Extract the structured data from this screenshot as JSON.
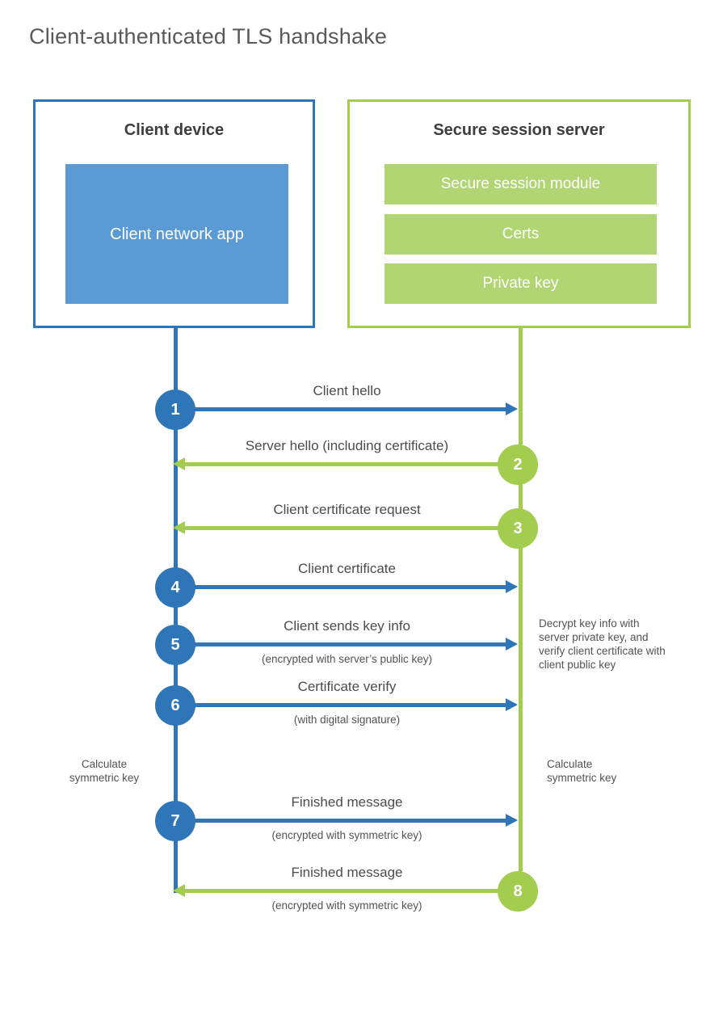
{
  "title": "Client-authenticated TLS handshake",
  "colors": {
    "blue": "#2e76b8",
    "blue-fill": "#5b9bd5",
    "green": "#a2cd4e",
    "green-fill": "#b1d572"
  },
  "client_box": {
    "title": "Client device",
    "app": "Client network app"
  },
  "server_box": {
    "title": "Secure session server",
    "modules": [
      "Secure session module",
      "Certs",
      "Private key"
    ]
  },
  "steps": [
    {
      "num": "1",
      "from": "client",
      "label": "Client hello",
      "sub": ""
    },
    {
      "num": "2",
      "from": "server",
      "label": "Server hello (including certificate)",
      "sub": ""
    },
    {
      "num": "3",
      "from": "server",
      "label": "Client certificate request",
      "sub": ""
    },
    {
      "num": "4",
      "from": "client",
      "label": "Client certificate",
      "sub": ""
    },
    {
      "num": "5",
      "from": "client",
      "label": "Client sends key info",
      "sub": "(encrypted with server’s public key)"
    },
    {
      "num": "6",
      "from": "client",
      "label": "Certificate verify",
      "sub": "(with digital signature)"
    },
    {
      "num": "7",
      "from": "client",
      "label": "Finished message",
      "sub": "(encrypted with symmetric key)"
    },
    {
      "num": "8",
      "from": "server",
      "label": "Finished message",
      "sub": "(encrypted with symmetric key)"
    }
  ],
  "notes": {
    "decrypt": "Decrypt key info with server private key, and verify client certificate with client public key",
    "calc_left": "Calculate symmetric key",
    "calc_right": "Calculate symmetric key"
  }
}
